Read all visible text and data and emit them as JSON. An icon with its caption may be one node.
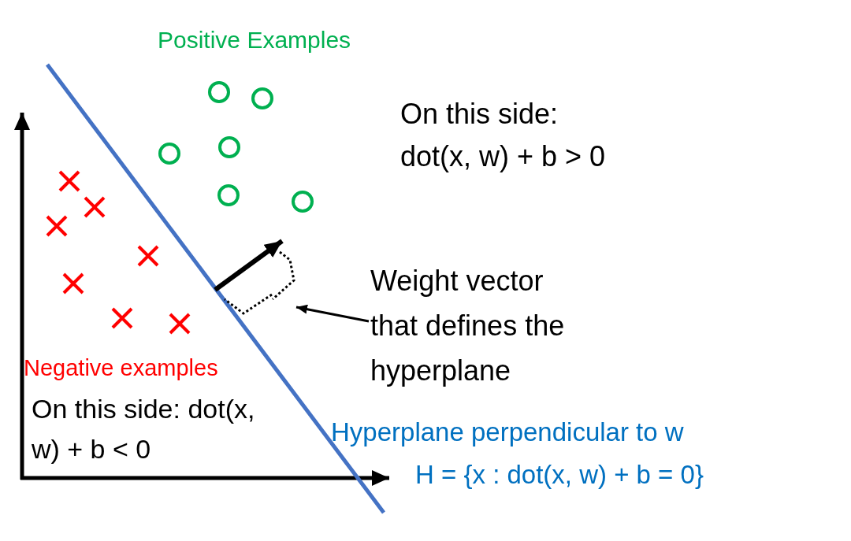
{
  "diagram": {
    "nodes": [
      {
        "text": [
          "Weight vector that defines the hyperplane"
        ]
      },
      {
        "text": [],
        "shape": "box"
      }
    ],
    "edges": [
      {
        "from": 0,
        "to": 1,
        "arrow": "to"
      }
    ],
    "labels": [
      "Positive Examples",
      "On this side: dot(x, w) + b > 0",
      "Negative examples",
      "On this side: dot(x, w) + b < 0",
      "Hyperplane perpendicular to w",
      "H = {x : dot(x, w) + b = 0}"
    ]
  }
}
